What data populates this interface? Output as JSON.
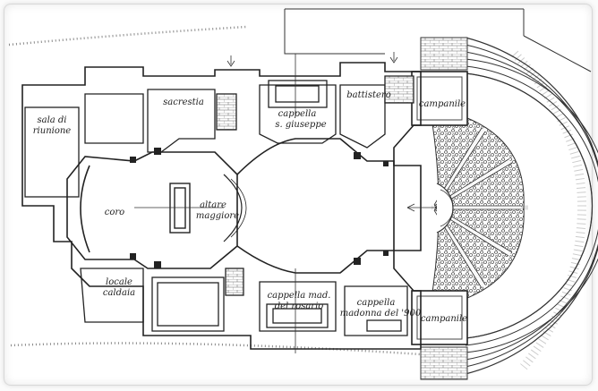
{
  "plan": {
    "labels": {
      "sala_di_riunione": [
        "sala di",
        "riunione"
      ],
      "sacrestia": "sacrestia",
      "cappella_s_giuseppe": [
        "cappella",
        "s. giuseppe"
      ],
      "battistero": "battistero",
      "campanile_top": "campanile",
      "coro": "coro",
      "altare_maggiore": [
        "altare",
        "maggiore"
      ],
      "locale_caldaia": [
        "locale",
        "caldaia"
      ],
      "cappella_madonna_rosario": [
        "cappella mad.",
        "del rosario"
      ],
      "cappella_madonna_900": [
        "cappella",
        "madonna del '900"
      ],
      "campanile_bottom": "campanile"
    }
  }
}
